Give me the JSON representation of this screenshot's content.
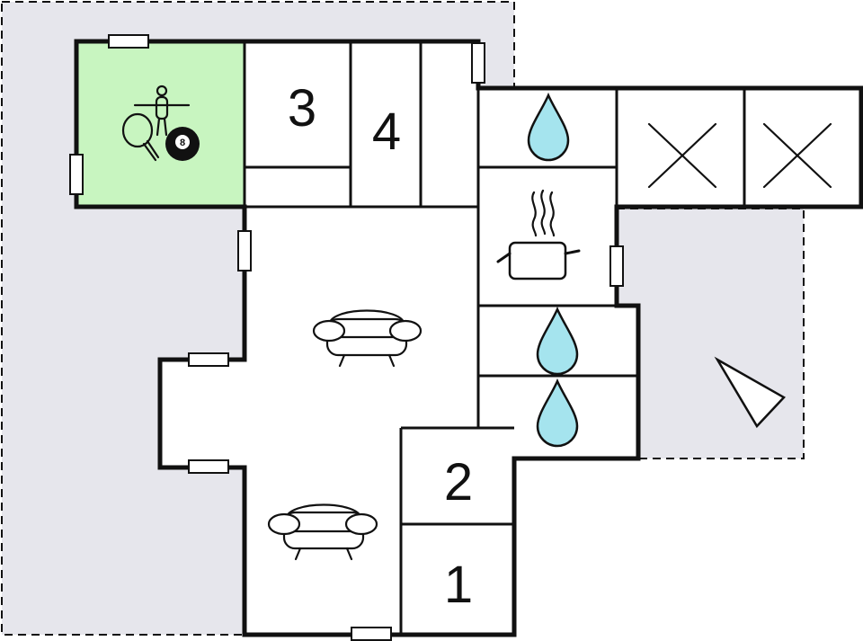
{
  "floorplan": {
    "rooms": [
      {
        "id": "bedroom-1",
        "label": "1"
      },
      {
        "id": "bedroom-2",
        "label": "2"
      },
      {
        "id": "bedroom-3",
        "label": "3"
      },
      {
        "id": "bedroom-4",
        "label": "4"
      }
    ],
    "pool_ball_number": "8",
    "icons": [
      "table-tennis-icon",
      "foosball-icon",
      "billiard-ball-icon",
      "water-drop-icon",
      "cooking-pot-icon",
      "sofa-icon",
      "cross-icon",
      "compass-arrow-icon"
    ],
    "colors": {
      "outdoor_area": "#e6e6ec",
      "game_room": "#c8f5c0",
      "water_drop": "#a5e4ee",
      "walls": "#111111"
    }
  }
}
